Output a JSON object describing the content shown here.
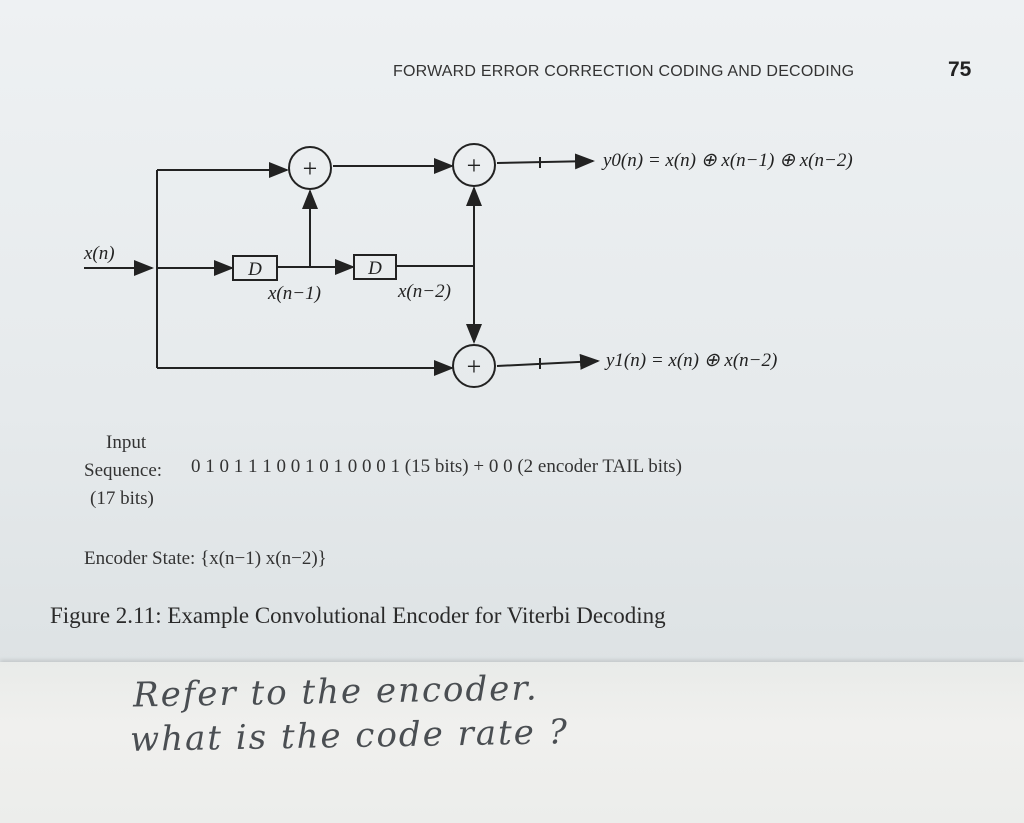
{
  "header": {
    "title": "FORWARD ERROR CORRECTION CODING AND DECODING",
    "page_number": "75"
  },
  "diagram": {
    "input_label": "x(n)",
    "delay_label_1": "D",
    "delay_label_2": "D",
    "tap_label_1": "x(n−1)",
    "tap_label_2": "x(n−2)",
    "adder_symbol": "+",
    "output_y0": "y0(n) = x(n) ⊕ x(n−1) ⊕ x(n−2)",
    "output_y1": "y1(n) = x(n) ⊕ x(n−2)"
  },
  "body": {
    "input_label": "Input",
    "sequence_label": "Sequence:",
    "sequence_bits": "0 1 0 1 1 1 0 0 1 0 1 0 0 0 1 (15 bits) + 0 0 (2 encoder TAIL bits)",
    "sequence_total": "(17 bits)",
    "encoder_state": "Encoder State: {x(n−1) x(n−2)}"
  },
  "caption": "Figure 2.11: Example Convolutional Encoder for Viterbi Decoding",
  "handwritten_note": {
    "line1": "Refer to the encoder.",
    "line2": "what is the code rate ?"
  },
  "colors": {
    "ink": "#222222",
    "paper": "#eef1f3",
    "pencil": "#4a4e52"
  }
}
